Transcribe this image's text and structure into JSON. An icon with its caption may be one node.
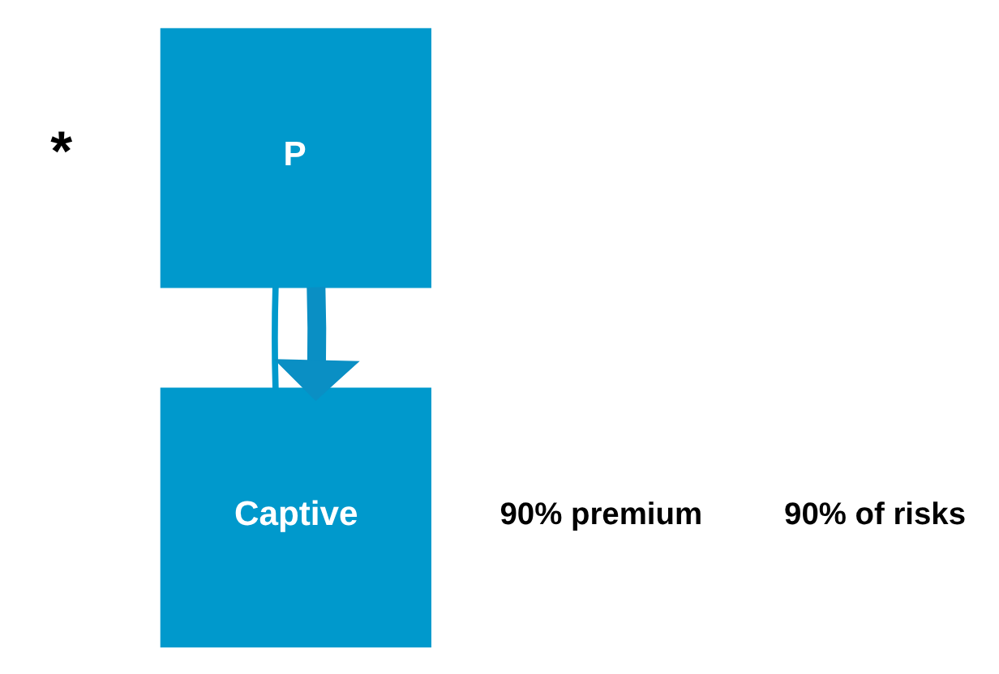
{
  "diagram": {
    "nodes": [
      {
        "text": [
          "P"
        ]
      },
      {
        "text": [
          "Captive"
        ]
      }
    ],
    "edges": [
      {
        "from": 0,
        "to": 1,
        "arrow": "none"
      },
      {
        "from": 0,
        "to": 1,
        "arrow": "to",
        "style": "thick",
        "color": "#0a8fc4"
      }
    ],
    "labels": [
      "*",
      "90% premium",
      "90% of risks"
    ]
  }
}
